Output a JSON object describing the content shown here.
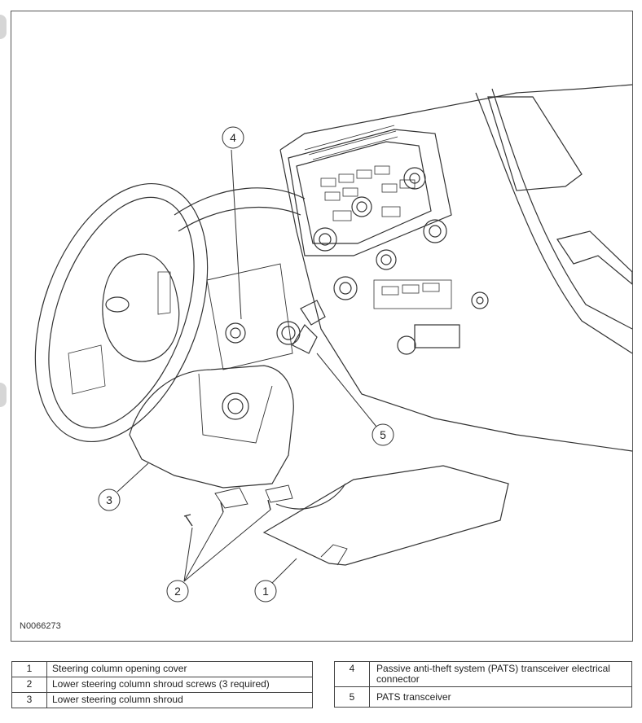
{
  "figure": {
    "id": "N0066273",
    "callouts": [
      "1",
      "2",
      "3",
      "4",
      "5"
    ]
  },
  "legend": [
    {
      "num": "1",
      "text": "Steering column opening cover"
    },
    {
      "num": "2",
      "text": "Lower steering column shroud screws (3 required)"
    },
    {
      "num": "3",
      "text": "Lower steering column shroud"
    },
    {
      "num": "4",
      "text": "Passive anti-theft system (PATS) transceiver electrical connector"
    },
    {
      "num": "5",
      "text": "PATS transceiver"
    }
  ]
}
